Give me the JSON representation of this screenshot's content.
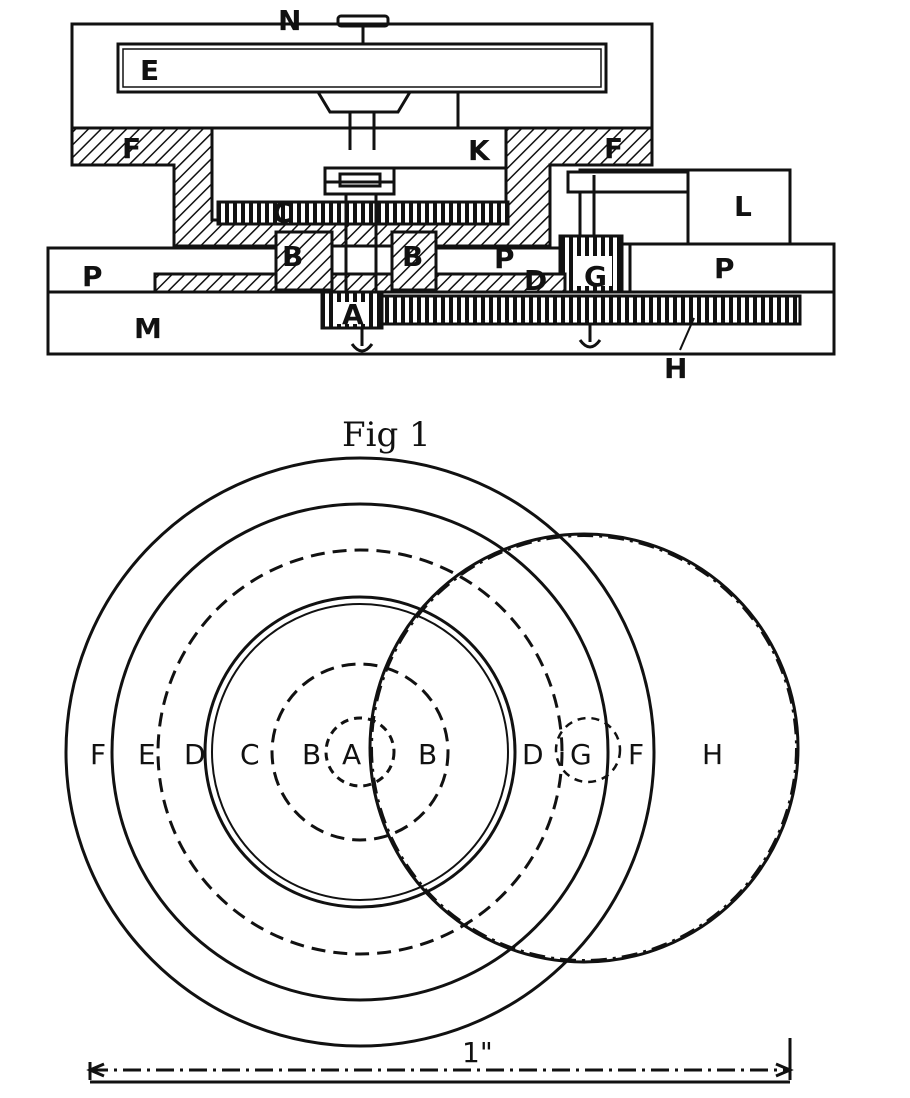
{
  "section_view": {
    "labels": {
      "N": "N",
      "E": "E",
      "K": "K",
      "F_left": "F",
      "F_right": "F",
      "C": "C",
      "B_left": "B",
      "B_right": "B",
      "D": "D",
      "L": "L",
      "P_left": "P",
      "P_mid": "P",
      "P_right": "P",
      "G": "G",
      "M": "M",
      "A": "A",
      "H": "H"
    }
  },
  "figure_caption": "Fig 1",
  "plan_view": {
    "labels": {
      "F_left": "F",
      "E": "E",
      "D_left": "D",
      "C": "C",
      "B_left": "B",
      "A": "A",
      "B_right": "B",
      "D_right": "D",
      "G": "G",
      "F_right": "F",
      "H": "H"
    }
  },
  "scale_bar": {
    "label": "1\""
  }
}
